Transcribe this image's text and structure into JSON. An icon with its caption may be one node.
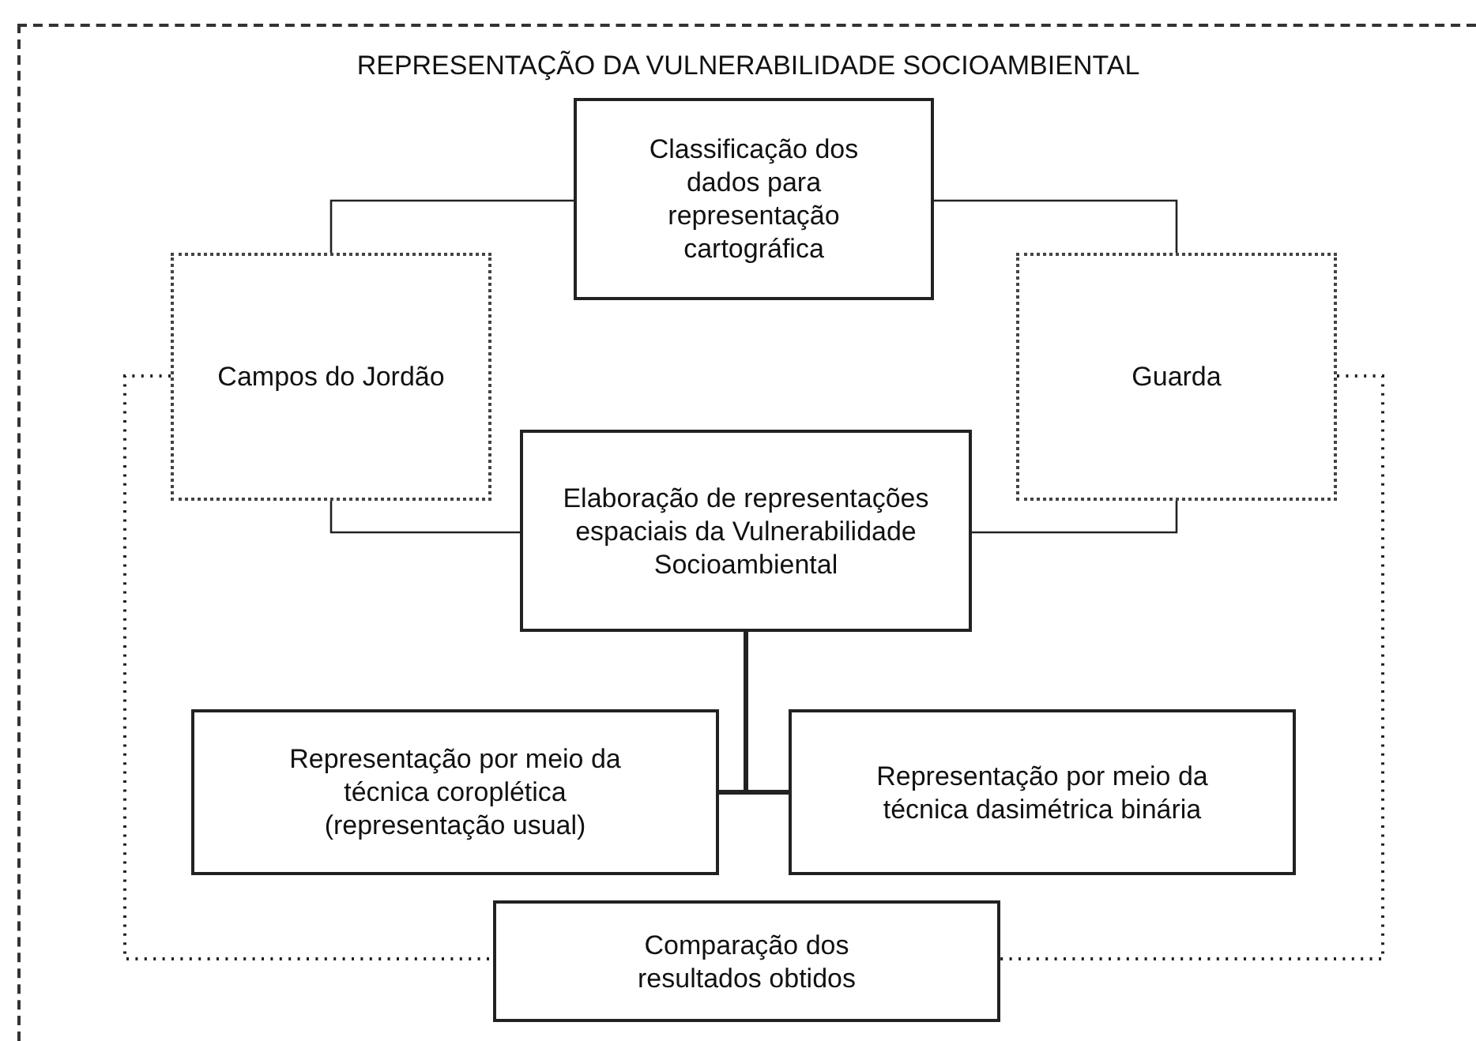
{
  "diagram": {
    "nodes": [
      {
        "text": [
          "REPRESENTAÇÃO DA VULNERABILIDADE SOCIOAMBIENTAL"
        ]
      },
      {
        "text": [
          "Classificação dos dados para representação cartográfica"
        ],
        "in": 0
      },
      {
        "text": [
          "Campos do Jordão"
        ],
        "in": 0
      },
      {
        "text": [
          "Guarda"
        ],
        "in": 0
      },
      {
        "text": [
          "Elaboração de representações espaciais da Vulnerabilidade Socioambiental"
        ],
        "in": 0
      },
      {
        "text": [
          "Representação por meio da técnica coroplética (representação usual)"
        ],
        "in": 0
      },
      {
        "text": [
          "Representação por meio da técnica dasimétrica binária"
        ],
        "in": 0
      },
      {
        "text": [
          "Comparação dos resultados obtidos"
        ],
        "in": 0
      }
    ],
    "edges": [
      {
        "from": 1,
        "to": 2,
        "arrow": "none"
      },
      {
        "from": 1,
        "to": 3,
        "arrow": "none"
      },
      {
        "from": 2,
        "to": 4,
        "arrow": "none"
      },
      {
        "from": 3,
        "to": 4,
        "arrow": "none"
      },
      {
        "from": 4,
        "to": 5,
        "arrow": "none",
        "style": "thick"
      },
      {
        "from": 4,
        "to": 6,
        "arrow": "none",
        "style": "thick"
      },
      {
        "from": 2,
        "to": 7,
        "arrow": "none",
        "style": "dashed"
      },
      {
        "from": 3,
        "to": 7,
        "arrow": "none",
        "style": "dashed"
      }
    ]
  }
}
